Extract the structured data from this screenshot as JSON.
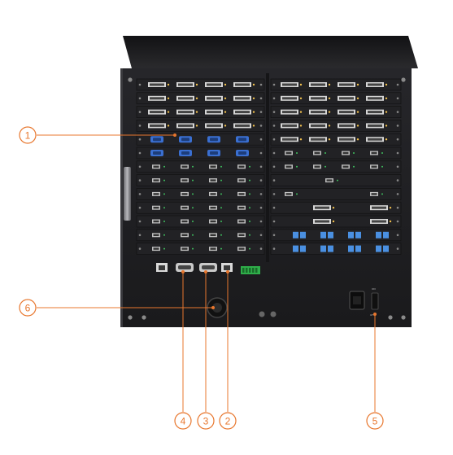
{
  "device": {
    "power_on_label": "ON",
    "power_off_label": "OFF",
    "accent_color": "#e8772e",
    "chassis_color": "#1c1c1e",
    "panel_color": "#2a2a2c"
  },
  "callouts": [
    {
      "num": "1"
    },
    {
      "num": "2"
    },
    {
      "num": "3"
    },
    {
      "num": "4"
    },
    {
      "num": "5"
    },
    {
      "num": "6"
    }
  ]
}
